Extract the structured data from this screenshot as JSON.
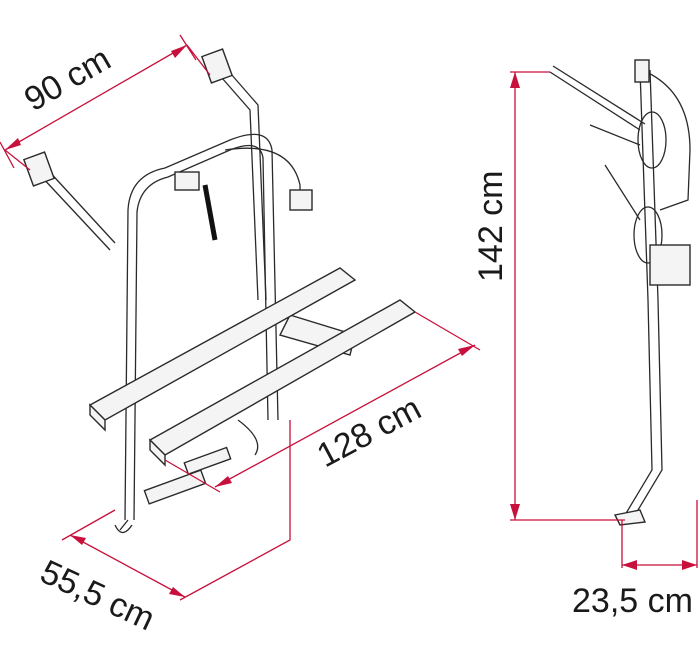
{
  "diagram": {
    "dimension_color": "#c8103c",
    "dimensions": {
      "width_top": "90 cm",
      "height": "142 cm",
      "rail_length": "128 cm",
      "depth_bottom": "55,5 cm",
      "side_depth": "23,5 cm"
    }
  }
}
